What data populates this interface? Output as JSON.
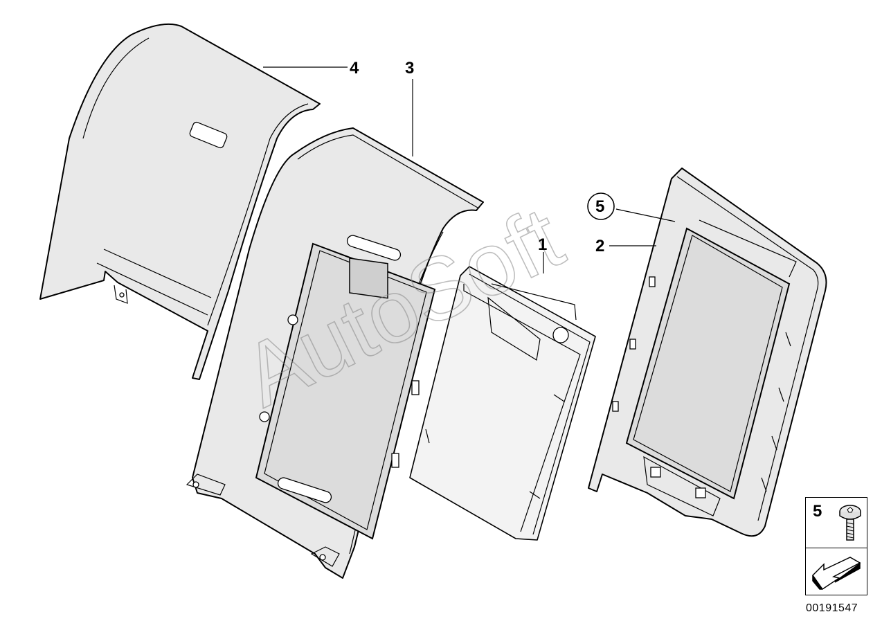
{
  "callouts": {
    "part_1": "1",
    "part_2": "2",
    "part_3": "3",
    "part_4": "4",
    "part_5": "5"
  },
  "legend": {
    "part_number": "5",
    "screw_icon": "torx-screw-icon",
    "arrow_icon": "installation-direction-arrow-icon"
  },
  "watermark": "AutoSoft",
  "diagram_number": "00191547"
}
